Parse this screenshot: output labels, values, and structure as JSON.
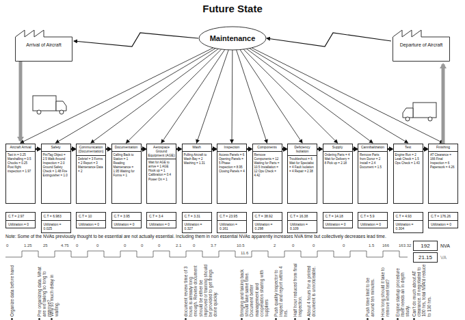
{
  "diagram": {
    "title": "Future State",
    "nodes": [
      {
        "text": [
          "Arrival of Aircraft"
        ]
      },
      {
        "text": [
          "Maintenance"
        ]
      },
      {
        "text": [
          "Departure of Aircraft"
        ]
      },
      {
        "text": [
          "Aircraft Arrival",
          "Taxi in = 0.25 Marshalling = 0.5 Chocks = 0.25 Post flight inspection = 1.97"
        ]
      },
      {
        "text": [
          "Safety",
          "Pin/Tag Object = 2.5 Walk Around Inspection = 2.0 Ground Safety Check = 1.48 Fire Extinguisher = 1.0"
        ]
      },
      {
        "text": [
          "Communication (Documentation)",
          "Debrief = 3 Forms = 2 Report = 3 Maintenance Data = 2"
        ]
      },
      {
        "text": [
          "Documentation",
          "Calling Back to Station = 1 Reading Maintenance = 1.95 Waiting for Forms = 1"
        ]
      },
      {
        "text": [
          "Aerospace Ground Equipment (AGE)",
          "Wait for AGE to arrive = 1 AGE Hook up = 1 Calibration = 0.4 Power On = 1"
        ]
      },
      {
        "text": [
          "Wash",
          "Pulling Aircraft to Wash Bay = 2 Washing = 1.31"
        ]
      },
      {
        "text": [
          "Inspection",
          "Access Panels = 6 Opening Panels = 5 Phase Inspection = 8.95 Closing Panels = 4"
        ]
      },
      {
        "text": [
          "Components",
          "Remove Components = 12 Waiting for Parts = 10.5 Installation = 12 Ops Check = 4.42"
        ]
      },
      {
        "text": [
          "Deficiency Isolation",
          "Troubleshoot = 6 Wait for Specialist = 4 Fault Isolation = 4 Repair = 2.38"
        ]
      },
      {
        "text": [
          "Supply",
          "Ordering Parts = 4 Wait for Delivery = 8 Pick up = 2.18"
        ]
      },
      {
        "text": [
          "Cannibalization",
          "Remove Parts from Donor = 2 Install = 2.4 Document = 1.5"
        ]
      },
      {
        "text": [
          "Test",
          "Engine Run = 2 Leak Check = 1.5 Ops Check = 1.43"
        ]
      },
      {
        "text": [
          "Finishing",
          "AT Clearance = 166 Final Inspection = 6 Paperwork = 4.26"
        ]
      },
      {
        "text": [
          "C.T = 2.97",
          "Utilization = 0"
        ]
      },
      {
        "text": [
          "C.T = 6.983",
          "Utilization = 0.025"
        ]
      },
      {
        "text": [
          "C.T = 10",
          "Utilization = 0"
        ]
      },
      {
        "text": [
          "C.T = 3.95",
          "Utilization = 0"
        ]
      },
      {
        "text": [
          "C.T = 3.4",
          "Utilization = 0"
        ]
      },
      {
        "text": [
          "C.T = 3.31",
          "Utilization = 0.327"
        ]
      },
      {
        "text": [
          "C.T = 23.95",
          "Utilization = 0.161"
        ]
      },
      {
        "text": [
          "C.T = 38.92",
          "Utilization = 0.298"
        ]
      },
      {
        "text": [
          "C.T = 16.38",
          "Utilization = 0.109"
        ]
      },
      {
        "text": [
          "C.T = 14.18",
          "Utilization = 0"
        ]
      },
      {
        "text": [
          "C.T = 5.9",
          "Utilization = 0"
        ]
      },
      {
        "text": [
          "C.T = 4.93",
          "Utilization = 0.304"
        ]
      },
      {
        "text": [
          "C.T = 176.26",
          "Utilization = 0"
        ]
      },
      {
        "text": [
          "192",
          "NVA"
        ]
      },
      {
        "text": [
          "21.15",
          "VA"
        ]
      }
    ],
    "edges": [
      {
        "from": 1,
        "to": 0,
        "arrow": "to"
      },
      {
        "from": 2,
        "to": 1,
        "arrow": "to"
      },
      {
        "from": 1,
        "to": 3,
        "arrow": "to"
      },
      {
        "from": 1,
        "to": 4,
        "arrow": "to"
      },
      {
        "from": 1,
        "to": 5,
        "arrow": "to"
      },
      {
        "from": 1,
        "to": 6,
        "arrow": "to"
      },
      {
        "from": 1,
        "to": 7,
        "arrow": "to"
      },
      {
        "from": 1,
        "to": 8,
        "arrow": "to"
      },
      {
        "from": 1,
        "to": 9,
        "arrow": "to"
      },
      {
        "from": 1,
        "to": 10,
        "arrow": "to"
      },
      {
        "from": 1,
        "to": 11,
        "arrow": "to"
      },
      {
        "from": 1,
        "to": 12,
        "arrow": "to"
      },
      {
        "from": 1,
        "to": 13,
        "arrow": "to"
      },
      {
        "from": 1,
        "to": 14,
        "arrow": "to"
      },
      {
        "from": 1,
        "to": 15,
        "arrow": "to"
      },
      {
        "from": 3,
        "to": 4,
        "arrow": "to"
      },
      {
        "from": 4,
        "to": 5,
        "arrow": "to"
      },
      {
        "from": 5,
        "to": 6,
        "arrow": "to"
      },
      {
        "from": 6,
        "to": 7,
        "arrow": "to"
      },
      {
        "from": 7,
        "to": 8,
        "arrow": "to"
      },
      {
        "from": 8,
        "to": 9,
        "arrow": "to"
      },
      {
        "from": 9,
        "to": 10,
        "arrow": "to"
      },
      {
        "from": 10,
        "to": 11,
        "arrow": "to"
      },
      {
        "from": 11,
        "to": 12,
        "arrow": "to"
      },
      {
        "from": 12,
        "to": 13,
        "arrow": "to"
      },
      {
        "from": 13,
        "to": 14,
        "arrow": "to"
      },
      {
        "from": 14,
        "to": 15,
        "arrow": "to"
      },
      {
        "from": 0,
        "to": 3,
        "arrow": "to"
      },
      {
        "from": 15,
        "to": 2,
        "arrow": "to"
      }
    ],
    "labels": [
      "Note: Some of the NVAs previously thought to be essential are not actually essential. Including them in non essential NVAs apparently increases NVA time but collectively decreases lead time.",
      "0",
      "1.25",
      "25",
      "4.75",
      "0",
      "0",
      "0",
      "0",
      "0",
      "2.1",
      "0",
      "3.7",
      "11.6",
      "10.5",
      "2",
      "0",
      "0",
      "0",
      "1.5",
      "166",
      "163.32",
      "Organize data before hand",
      "Pre organizing data. What are we taking so long to remove?",
      "Why so much delay in waiting.",
      "document review time of 3 hours is already long enough. Review document should be either be improved or training should be provided to get things done quickly.",
      "Bringing and taking back should take same time. Document better management and cooperation sharing with suppliers",
      "Push quality inspector to inspect and report within 4 hrs.",
      "Half hour reduced from final inspection.",
      "About 4 hours for a printed document is unnoticeable.",
      "Push time limit to be around ten minutes.",
      "How long should it take to remove wheel test?",
      "Engine startup procedure itself needs an in depth study.",
      "Can't do much about AT clearance. If negotiated to 100 hrs, total NVA'd reduce to 130 hrs."
    ]
  }
}
